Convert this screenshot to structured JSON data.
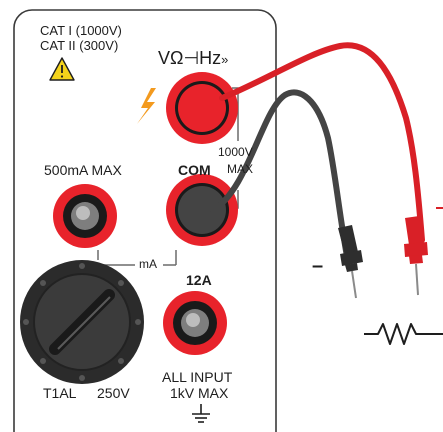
{
  "labels": {
    "cat_line1": "CAT I (1000V)",
    "cat_line2": "CAT II (300V)",
    "v_ohm_hz": "VΩ⊣Hz",
    "volt_1000": "1000V",
    "com": "COM",
    "max_small": "MAX",
    "ma_500": "500mA MAX",
    "ma": "mA",
    "amp_12": "12A",
    "fuse": "T1AL",
    "fuse_voltage": "250V",
    "all_input": "ALL INPUT",
    "kv_max": "1kV MAX",
    "minus": "–",
    "plus": "+"
  },
  "icons": {
    "warning": "warning-triangle-icon",
    "high_voltage": "lightning-bolt-icon",
    "ground": "ground-icon",
    "resistor": "resistor-icon"
  },
  "colors": {
    "jack_red": "#e8232b",
    "jack_dark": "#1a1a1a",
    "knob": "#2a2a2a",
    "probe_red": "#d92027",
    "probe_black": "#333333",
    "bolt_orange": "#f39a1e",
    "warning_yellow": "#f4d31a",
    "panel_border": "#3a3a3a"
  }
}
